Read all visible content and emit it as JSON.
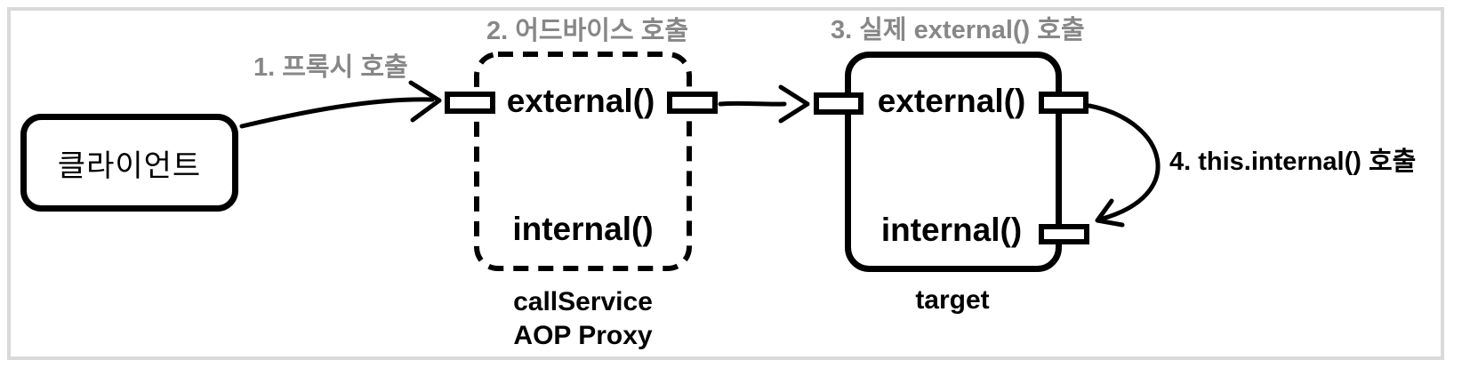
{
  "diagram": {
    "client": {
      "label": "클라이언트"
    },
    "proxy": {
      "external_label": "external()",
      "internal_label": "internal()",
      "caption_line1": "callService",
      "caption_line2": "AOP Proxy"
    },
    "target": {
      "external_label": "external()",
      "internal_label": "internal()",
      "caption": "target"
    },
    "steps": {
      "step1": "1. 프록시 호출",
      "step2": "2. 어드바이스 호출",
      "step3": "3. 실제 external() 호출",
      "step4": "4. this.internal() 호출"
    },
    "colors": {
      "stroke": "#000000",
      "step_label_gray": "#878787",
      "step4_label": "#000000",
      "frame_border": "#d9d9d9",
      "background": "#ffffff"
    }
  }
}
